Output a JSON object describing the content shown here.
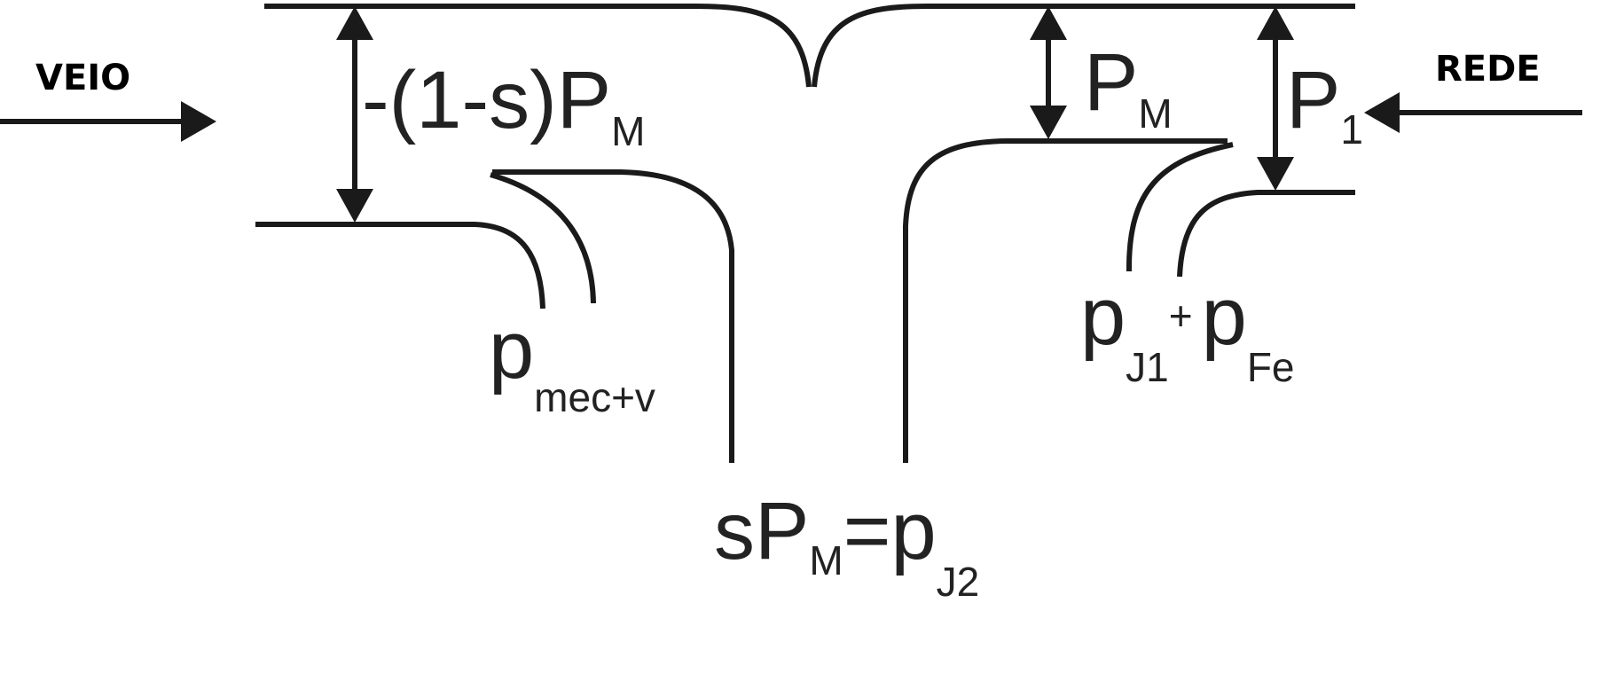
{
  "labels": {
    "veio": "VEIO",
    "rede": "REDE",
    "mech_power": {
      "main": "-(1-s)P",
      "sub": "M"
    },
    "air_gap_power": {
      "main": "P",
      "sub": "M"
    },
    "input_power": {
      "main": "P",
      "sub": "1"
    },
    "mech_losses": {
      "main": "p",
      "sub": "mec+v"
    },
    "stator_losses": {
      "p1": "p",
      "sub1": "J1",
      "plus": "+",
      "p2": "p",
      "sub2": "Fe"
    },
    "rotor_losses": {
      "s": "s",
      "P": "P",
      "subM": "M",
      "eq": "=",
      "p": "p",
      "subJ2": "J2"
    }
  }
}
